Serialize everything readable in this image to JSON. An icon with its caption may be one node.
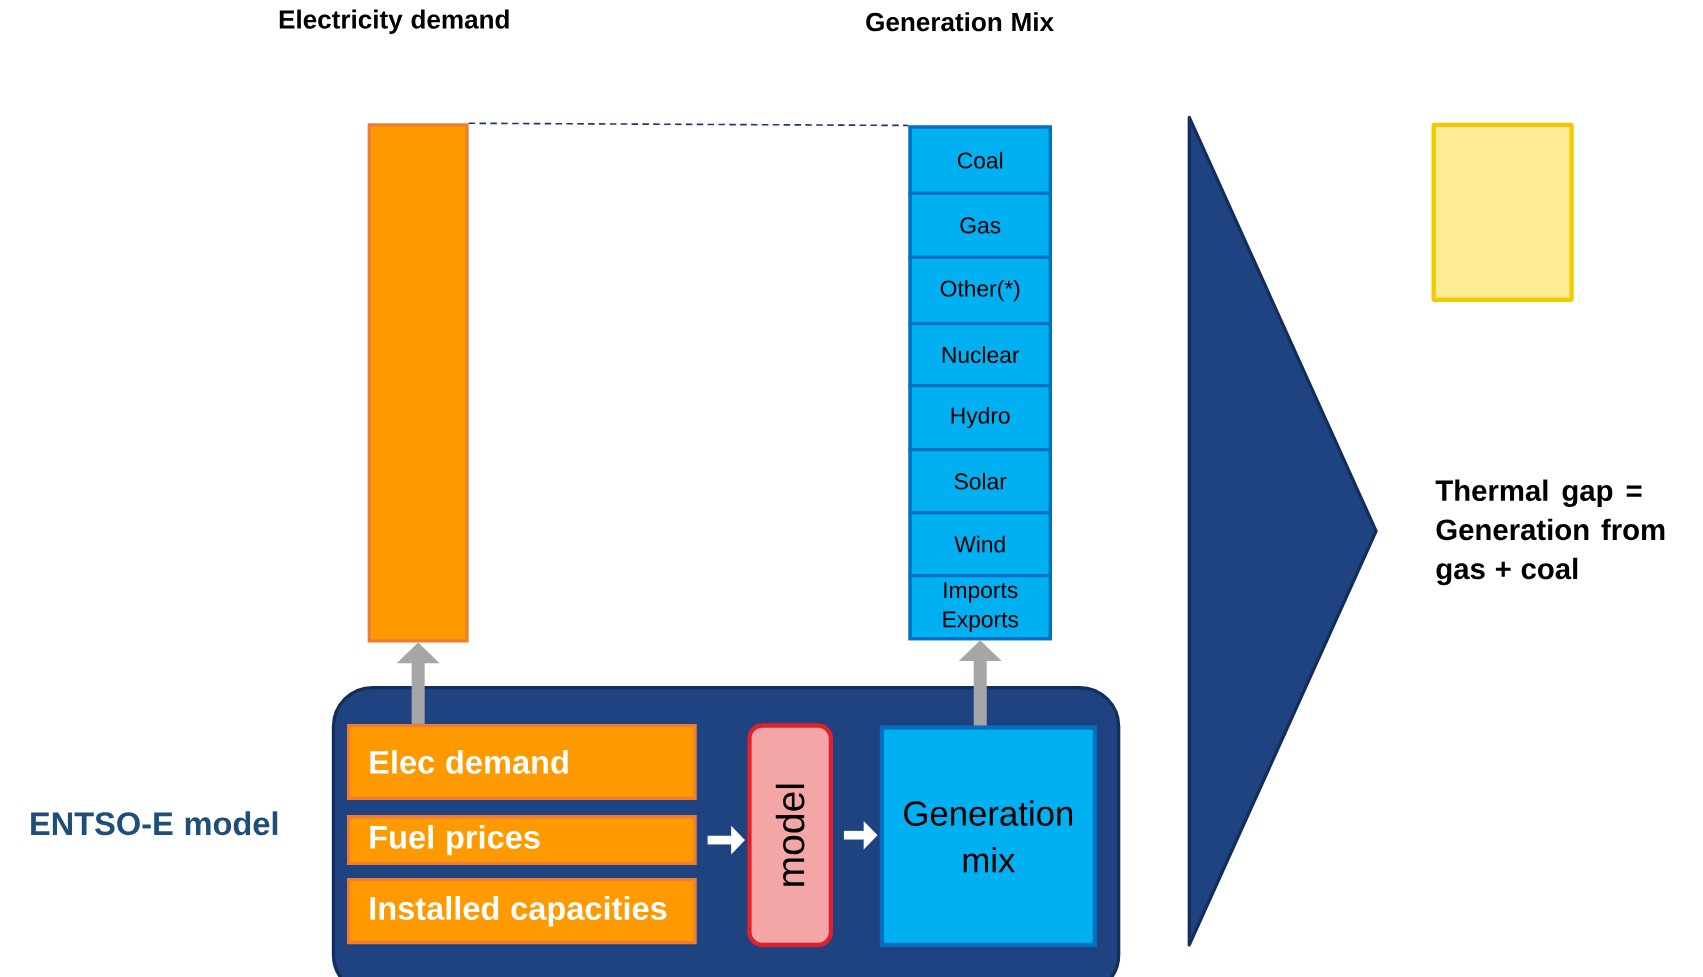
{
  "diagram": {
    "nodes": [
      {
        "text": [
          "Electricity demand"
        ]
      },
      {
        "text": [
          "Generation Mix"
        ]
      },
      {
        "text": [
          "Coal"
        ],
        "in": 1
      },
      {
        "text": [
          "Gas"
        ],
        "in": 1
      },
      {
        "text": [
          "Other(*)"
        ],
        "in": 1
      },
      {
        "text": [
          "Nuclear"
        ],
        "in": 1
      },
      {
        "text": [
          "Hydro"
        ],
        "in": 1
      },
      {
        "text": [
          "Solar"
        ],
        "in": 1
      },
      {
        "text": [
          "Wind"
        ],
        "in": 1
      },
      {
        "text": [
          "Imports Exports"
        ],
        "in": 1
      },
      {
        "text": [],
        "shape": "triangle"
      },
      {
        "text": [],
        "shape": "box"
      },
      {
        "text": [
          "ENTSO-E model"
        ]
      },
      {
        "text": [
          "Elec demand"
        ],
        "in": 12
      },
      {
        "text": [
          "Fuel prices"
        ],
        "in": 12
      },
      {
        "text": [
          "Installed capacities"
        ],
        "in": 12
      },
      {
        "text": [
          "model"
        ],
        "in": 12
      },
      {
        "text": [
          "Generation mix"
        ],
        "in": 12
      }
    ],
    "edges": [
      {
        "from": 0,
        "to": 1,
        "arrow": "none",
        "style": "dashed",
        "color": "#1f3864"
      },
      {
        "from": 13,
        "to": 0,
        "arrow": "to",
        "color": "#a6a6a6"
      },
      {
        "from": 17,
        "to": 1,
        "arrow": "to",
        "color": "#a6a6a6"
      },
      {
        "from": 14,
        "to": 16,
        "arrow": "to",
        "color": "#ffffff"
      },
      {
        "from": 16,
        "to": 17,
        "arrow": "to",
        "color": "#ffffff"
      }
    ],
    "labels": [
      "Thermal gap = Generation from gas + coal"
    ]
  }
}
